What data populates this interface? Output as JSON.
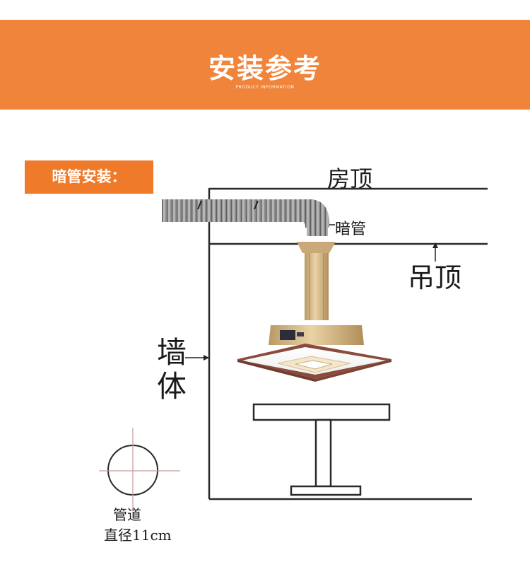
{
  "header": {
    "title": "安装参考",
    "subtitle": "PRODUCT INFORMATION"
  },
  "section": {
    "label": "暗管安装："
  },
  "diagram": {
    "roof_label": "房顶",
    "hidden_duct_label": "暗管",
    "ceiling_label": "吊顶",
    "wall_label_1": "墙",
    "wall_label_2": "体",
    "pipe_label": "管道",
    "pipe_diameter_label": "直径11cm"
  },
  "colors": {
    "banner": "#ef843a",
    "badge": "#ef7a2a",
    "hood_gold": "#d8bb8a",
    "panel_frame": "#8a4a3c"
  },
  "icons": [
    "roof-line",
    "ceiling-line",
    "wall-line",
    "flexible-duct",
    "range-hood",
    "table",
    "pipe-circle-icon"
  ]
}
